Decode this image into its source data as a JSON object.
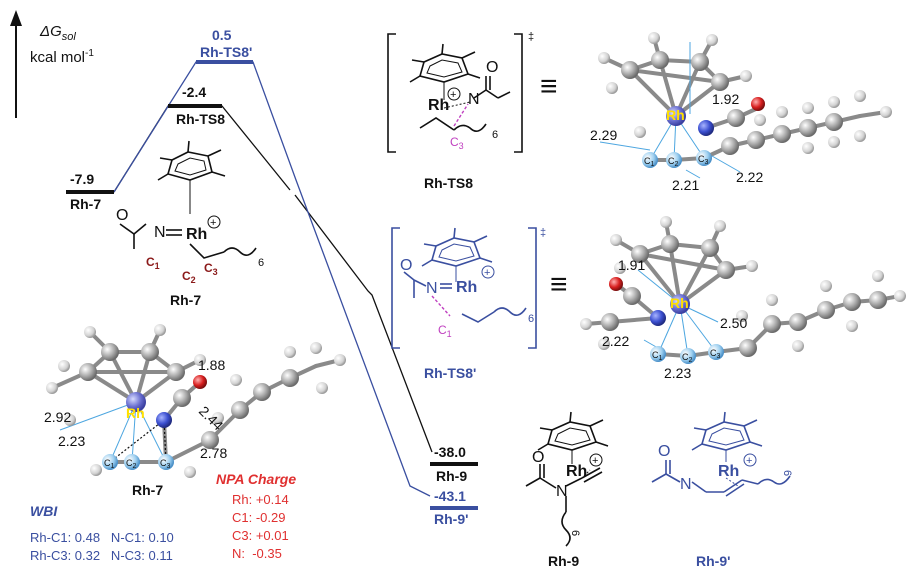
{
  "axis": {
    "label_delta": "ΔG",
    "label_sub": "sol",
    "unit": "kcal mol",
    "unit_sup": "-1"
  },
  "levels": {
    "rh7": {
      "value": "-7.9",
      "name": "Rh-7"
    },
    "ts8": {
      "value": "-2.4",
      "name": "Rh-TS8"
    },
    "ts8p": {
      "value": "0.5",
      "name": "Rh-TS8'"
    },
    "rh9": {
      "value": "-38.0",
      "name": "Rh-9"
    },
    "rh9p": {
      "value": "-43.1",
      "name": "Rh-9'"
    }
  },
  "structures": {
    "rh7_label": "Rh-7",
    "ts8_label": "Rh-TS8",
    "ts8p_label": "Rh-TS8'",
    "rh9_label": "Rh-9",
    "rh9p_label": "Rh-9'",
    "rh": "Rh",
    "n": "N",
    "o": "O",
    "c1": "C",
    "c1_sub": "1",
    "c2": "C",
    "c2_sub": "2",
    "c3": "C",
    "c3_sub": "3",
    "chain_sub": "6",
    "dagger": "‡",
    "plus": "+",
    "equiv": "≡"
  },
  "distances": {
    "rh7": [
      "1.88",
      "2.44",
      "2.92",
      "2.23",
      "2.78"
    ],
    "ts8": [
      "1.92",
      "2.29",
      "2.21",
      "2.22"
    ],
    "ts8p": [
      "1.91",
      "2.50",
      "2.22",
      "2.23"
    ]
  },
  "wbi": {
    "title": "WBI",
    "rows": [
      "Rh-C1: 0.48   N-C1: 0.10",
      "Rh-C3: 0.32   N-C3: 0.11"
    ]
  },
  "npa": {
    "title": "NPA Charge",
    "rows": [
      "Rh: +0.14",
      "C1: -0.29",
      "C3: +0.01",
      "N:  -0.35"
    ]
  },
  "colors": {
    "black": "#111111",
    "blue": "#3a4fa0",
    "red": "#e03030",
    "purple": "#c040c0",
    "darkred": "#8b1a1a",
    "rh_atom": "#ffe000",
    "n_atom": "#3b4fd0",
    "o_atom": "#d81f1f",
    "c_atom": "#9a9a9a",
    "c_label": "#9fd0f0"
  }
}
